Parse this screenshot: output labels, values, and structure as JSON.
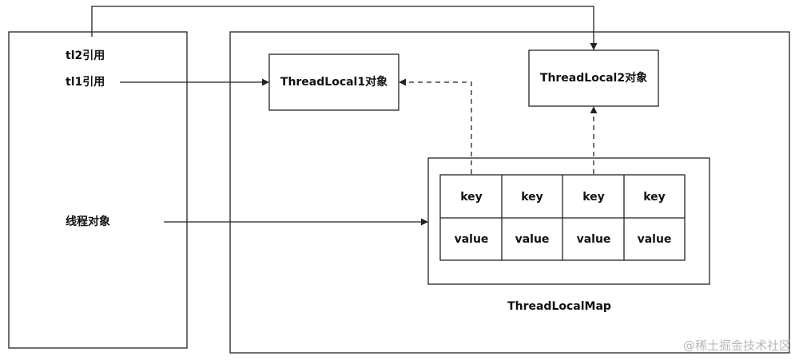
{
  "thread_box": {
    "tl2_ref": "tl2引用",
    "tl1_ref": "tl1引用",
    "thread_object": "线程对象"
  },
  "heap_box": {
    "threadlocal1": "ThreadLocal1对象",
    "threadlocal2": "ThreadLocal2对象",
    "map_label": "ThreadLocalMap",
    "entries": [
      {
        "key": "key",
        "value": "value"
      },
      {
        "key": "key",
        "value": "value"
      },
      {
        "key": "key",
        "value": "value"
      },
      {
        "key": "key",
        "value": "value"
      }
    ]
  },
  "watermark": "@稀土掘金技术社区"
}
